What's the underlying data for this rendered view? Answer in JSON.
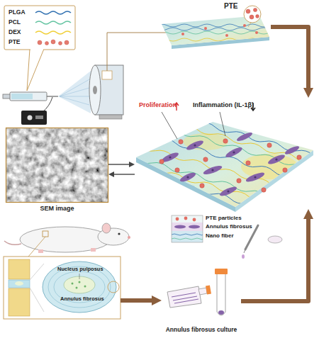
{
  "diagram": {
    "nodes": [
      {
        "text": [
          "PTE"
        ]
      },
      {
        "text": [
          "Proliferation",
          "Inflammation (IL-1β)"
        ]
      },
      {
        "text": [
          "PTE particles",
          "Annulus fibrosus",
          "Nano fiber"
        ]
      },
      {
        "text": [
          "SEM image"
        ]
      },
      {
        "text": [
          "Nucleus pulposus",
          "Annulus fibrosus"
        ]
      },
      {
        "text": [
          "Annulus fibrosus culture"
        ]
      }
    ],
    "edges": [
      {
        "from": 0,
        "to": 1,
        "arrow": "to"
      },
      {
        "from": 3,
        "to": 1,
        "arrow": "to"
      },
      {
        "from": 1,
        "to": 3,
        "arrow": "to"
      },
      {
        "from": 4,
        "to": 5,
        "arrow": "to"
      },
      {
        "from": 5,
        "to": 1,
        "arrow": "to"
      }
    ],
    "legend": [
      {
        "text": "PLGA"
      },
      {
        "text": "PCL"
      },
      {
        "text": "DEX"
      },
      {
        "text": "PTE"
      }
    ]
  }
}
